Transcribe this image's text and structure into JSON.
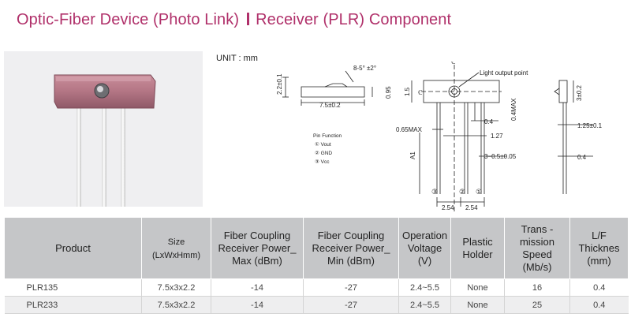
{
  "title": {
    "part1": "Optic-Fiber Device (Photo Link)",
    "part2": "Receiver (PLR) Component"
  },
  "drawing": {
    "unit_label": "UNIT : mm",
    "dims": {
      "d_2_2": "2.2±0.1",
      "d_angle": "8-5° ±2°",
      "d_0_95": "0.95",
      "d_7_5": "7.5±0.2",
      "d_1_5": "1.5",
      "d_cl_top": "ℂ",
      "d_cl_left": "ℂ",
      "d_light": "Light output point",
      "d_0_4max": "0.4MAX",
      "d_0_4": "0.4",
      "d_0_65max": "0.65MAX",
      "d_1_27": "1.27",
      "d_3_05": "3−0.5±0.05",
      "d_a1": "A1",
      "d_2_54a": "2.54",
      "d_2_54b": "2.54",
      "d_3_02": "3±0.2",
      "d_1_25": "1.25±0.1",
      "d_0_4r": "0.4"
    },
    "pin_function": {
      "title": "Pin Function",
      "pins": [
        "① Vout",
        "② GND",
        "③ Vcc"
      ]
    },
    "pin_labels": [
      "③",
      "②",
      "①"
    ]
  },
  "table": {
    "headers": [
      {
        "main": "Product",
        "sub": ""
      },
      {
        "main": "Size",
        "sub": "(LxWxHmm)"
      },
      {
        "main": "Fiber Coupling Receiver Power_ Max (dBm)",
        "sub": ""
      },
      {
        "main": "Fiber Coupling Receiver Power_ Min (dBm)",
        "sub": ""
      },
      {
        "main": "Operation Voltage (V)",
        "sub": ""
      },
      {
        "main": "Plastic Holder",
        "sub": ""
      },
      {
        "main": "Trans - mission Speed (Mb/s)",
        "sub": ""
      },
      {
        "main": "L/F Thicknes (mm)",
        "sub": ""
      }
    ],
    "rows": [
      [
        "PLR135",
        "7.5x3x2.2",
        "-14",
        "-27",
        "2.4~5.5",
        "None",
        "16",
        "0.4"
      ],
      [
        "PLR233",
        "7.5x3x2.2",
        "-14",
        "-27",
        "2.4~5.5",
        "None",
        "25",
        "0.4"
      ]
    ]
  }
}
